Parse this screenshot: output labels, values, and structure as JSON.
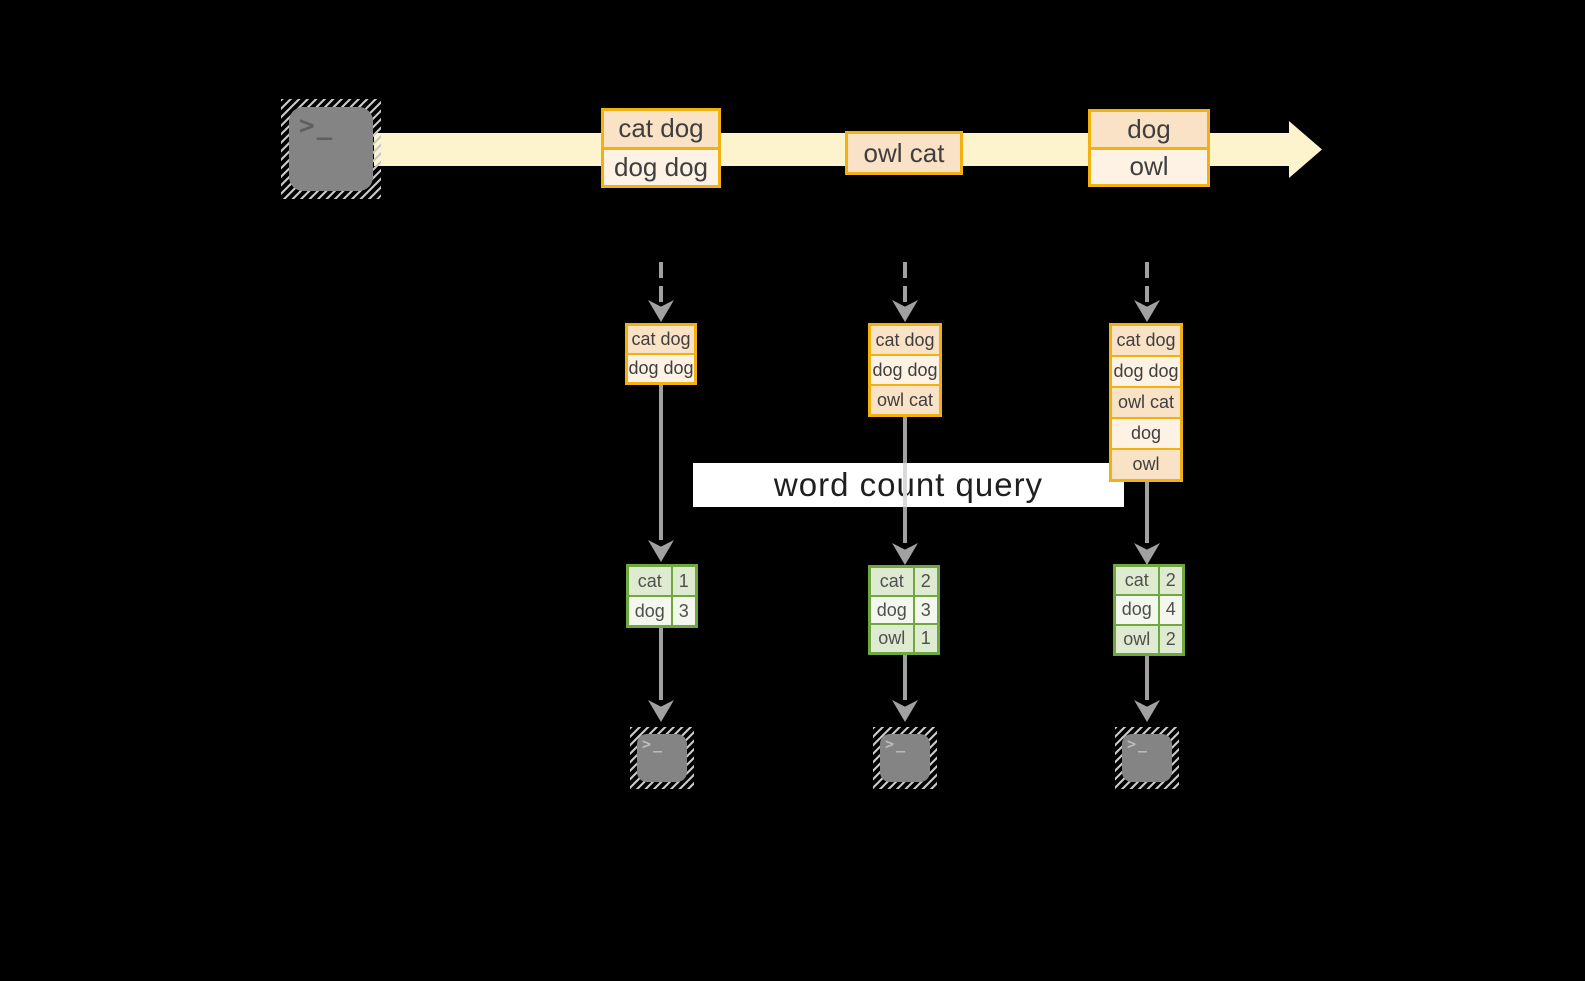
{
  "title": {
    "text": "word count query"
  },
  "source_terminal": {
    "glyph": ">_"
  },
  "stream": {
    "batches": [
      {
        "lines": [
          "cat dog",
          "dog dog"
        ]
      },
      {
        "lines": [
          "owl cat"
        ]
      },
      {
        "lines": [
          "dog",
          "owl"
        ]
      }
    ]
  },
  "states": [
    {
      "lines": [
        "cat dog",
        "dog dog"
      ]
    },
    {
      "lines": [
        "cat dog",
        "dog dog",
        "owl cat"
      ]
    },
    {
      "lines": [
        "cat dog",
        "dog dog",
        "owl cat",
        "dog",
        "owl"
      ]
    }
  ],
  "counts": [
    {
      "rows": [
        {
          "word": "cat",
          "count": "1"
        },
        {
          "word": "dog",
          "count": "3"
        }
      ]
    },
    {
      "rows": [
        {
          "word": "cat",
          "count": "2"
        },
        {
          "word": "dog",
          "count": "3"
        },
        {
          "word": "owl",
          "count": "1"
        }
      ]
    },
    {
      "rows": [
        {
          "word": "cat",
          "count": "2"
        },
        {
          "word": "dog",
          "count": "4"
        },
        {
          "word": "owl",
          "count": "2"
        }
      ]
    }
  ],
  "output_terminals": [
    {
      "glyph": ">_"
    },
    {
      "glyph": ">_"
    },
    {
      "glyph": ">_"
    }
  ],
  "colors": {
    "background": "#000000",
    "stream_band": "#fdf3cd",
    "box_border": "#f1b211",
    "box_fill_dark": "#f9e2c6",
    "box_fill_light": "#fdf2e3",
    "table_border": "#6fa83e",
    "table_fill_green": "#dfebd1",
    "table_fill_white": "#f3f7ed",
    "arrow_gray": "#a1a1a1",
    "terminal_gray": "#848484",
    "label_bg": "#ffffff",
    "label_text": "#1f1f1f"
  }
}
